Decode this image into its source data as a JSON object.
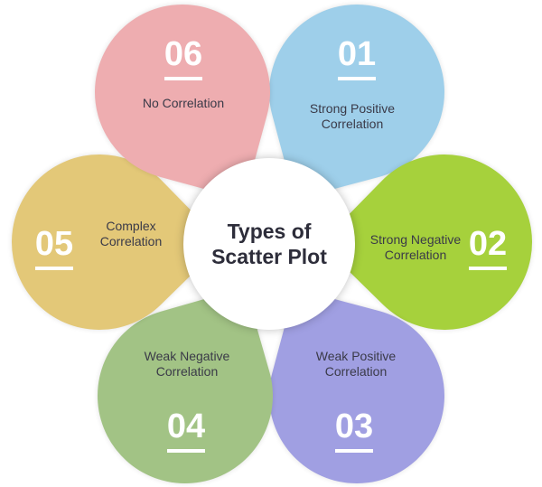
{
  "title": "Types of Scatter Plot",
  "petals": [
    {
      "number": "01",
      "label": "Strong Positive Correlation",
      "color": "#9ecfea"
    },
    {
      "number": "02",
      "label": "Strong Negative Correlation",
      "color": "#a6d13c"
    },
    {
      "number": "03",
      "label": "Weak Positive Correlation",
      "color": "#a09fe2"
    },
    {
      "number": "04",
      "label": "Weak Negative Correlation",
      "color": "#a2c385"
    },
    {
      "number": "05",
      "label": "Complex Correlation",
      "color": "#e3c878"
    },
    {
      "number": "06",
      "label": "No Correlation",
      "color": "#eeadb0"
    }
  ]
}
